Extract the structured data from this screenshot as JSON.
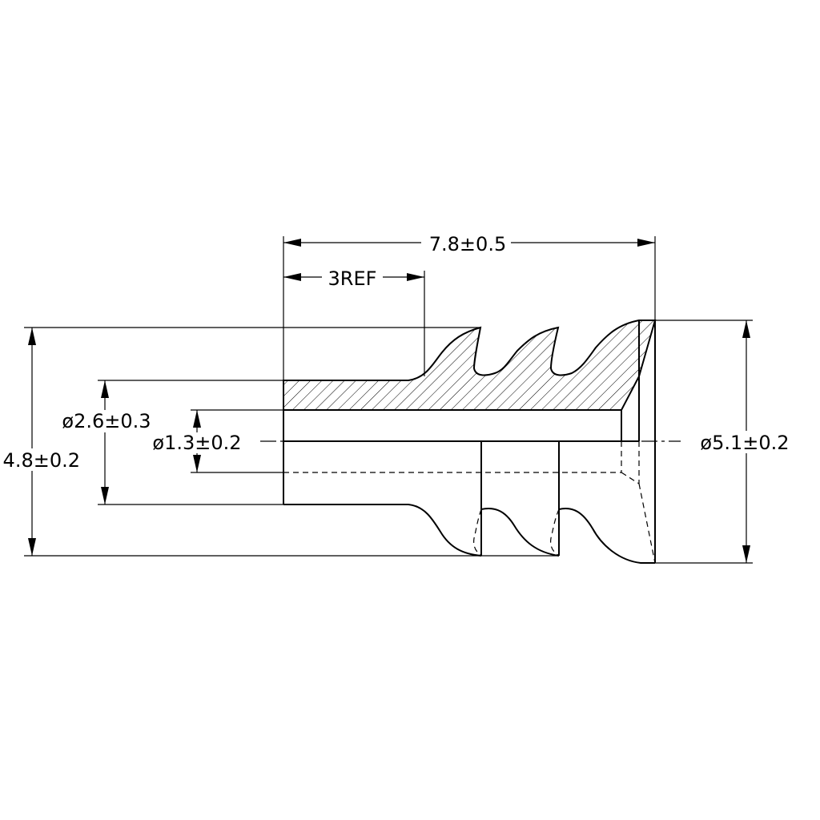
{
  "dimensions": {
    "overall_length": "7.8±0.5",
    "ref_length": "3REF",
    "outer_diameter": "ø2.6±0.3",
    "inner_diameter": "ø1.3±0.2",
    "seal_diameter": "ø5.1±0.2",
    "overall_height": "4.8±0.2"
  }
}
